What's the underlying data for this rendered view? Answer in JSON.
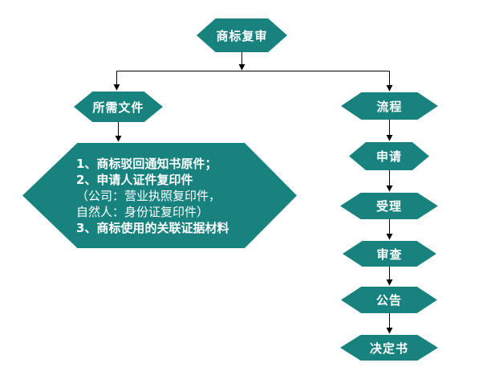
{
  "diagram": {
    "root": {
      "label": "商标复审"
    },
    "left_branch": {
      "label": "所需文件",
      "details": {
        "lines": [
          "1、商标驳回通知书原件；",
          "2、申请人证件复印件",
          "（公司：营业执照复印件，",
          "自然人：身份证复印件）",
          "3、商标使用的关联证据材料"
        ]
      }
    },
    "right_branch": {
      "label": "流程",
      "steps": [
        {
          "label": "申请"
        },
        {
          "label": "受理"
        },
        {
          "label": "审查"
        },
        {
          "label": "公告"
        },
        {
          "label": "决定书"
        }
      ]
    },
    "colors": {
      "shape_fill": "#18827F",
      "shape_text": "#FFFFFF",
      "connector": "#000000",
      "background": "#FFFFFF"
    }
  }
}
